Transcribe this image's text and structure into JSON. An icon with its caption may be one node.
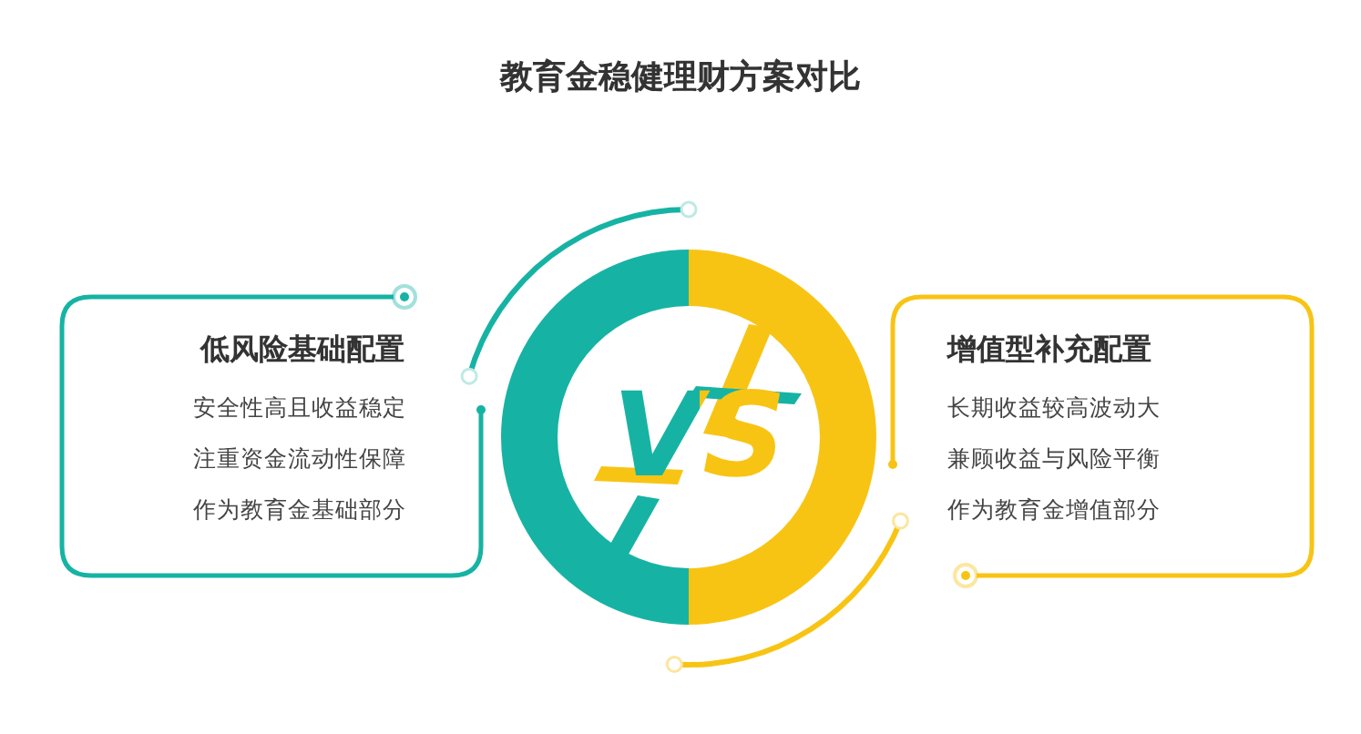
{
  "diagram": {
    "title": "教育金稳健理财方案对比",
    "nodes": [
      {
        "text": [
          "低风险基础配置",
          "安全性高且收益稳定",
          "注重资金流动性保障",
          "作为教育金基础部分"
        ]
      },
      {
        "text": [
          "VS"
        ]
      },
      {
        "text": [
          "增值型补充配置",
          "长期收益较高波动大",
          "兼顾收益与风险平衡",
          "作为教育金增值部分"
        ]
      }
    ],
    "edges": []
  }
}
